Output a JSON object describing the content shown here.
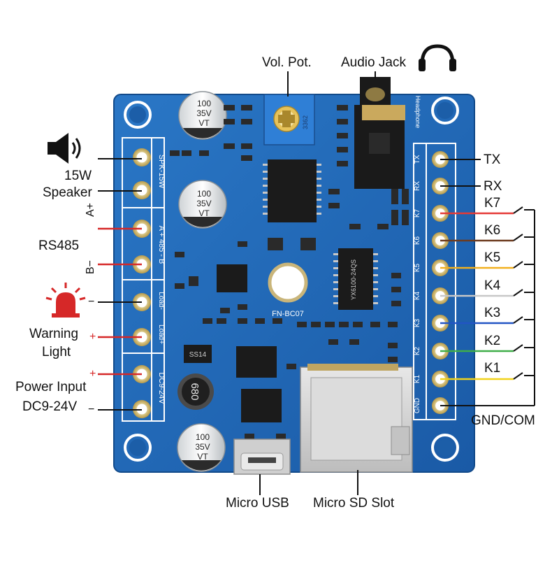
{
  "labels": {
    "vol_pot": "Vol. Pot.",
    "audio_jack": "Audio Jack",
    "tx": "TX",
    "rx": "RX",
    "k7": "K7",
    "k6": "K6",
    "k5": "K5",
    "k4": "K4",
    "k3": "K3",
    "k2": "K2",
    "k1": "K1",
    "gnd_com": "GND/COM",
    "speaker_line1": "15W",
    "speaker_line2": "Speaker",
    "a_plus": "A+",
    "rs485": "RS485",
    "b_minus": "B−",
    "minus": "−",
    "plus": "+",
    "warning_line1": "Warning",
    "warning_line2": "Light",
    "power_line1": "Power Input",
    "power_line2": "DC9-24V",
    "micro_usb": "Micro USB",
    "micro_sd": "Micro SD Slot"
  },
  "board": {
    "model": "FN-BC07",
    "left_header_silk": [
      "SPK-15W",
      "A + 485 - B",
      "Load-",
      "Load+",
      "DC9-24V"
    ],
    "right_header_silk": [
      "TX",
      "RX",
      "K7",
      "K6",
      "K5",
      "K4",
      "K3",
      "K2",
      "K1",
      "GND"
    ],
    "headphone_silk": "Headphone",
    "capacitor_text": [
      "100",
      "35V",
      "VT"
    ],
    "inductor_text": "680",
    "ic_text": "YX6100-24QS",
    "diode_text": "SS14",
    "pot_text": "3362"
  },
  "wire_colors": {
    "k7": "#e53935",
    "k6": "#6d3b1f",
    "k5": "#f2b01e",
    "k4": "#c8c8c8",
    "k3": "#2255c4",
    "k2": "#3fae49",
    "k1": "#f1d21a",
    "plus_wire": "#d62828",
    "black_wire": "#111111",
    "board_blue": "#1f67b8"
  },
  "icons": [
    "speaker-icon",
    "headphones-icon",
    "warning-light-icon"
  ]
}
